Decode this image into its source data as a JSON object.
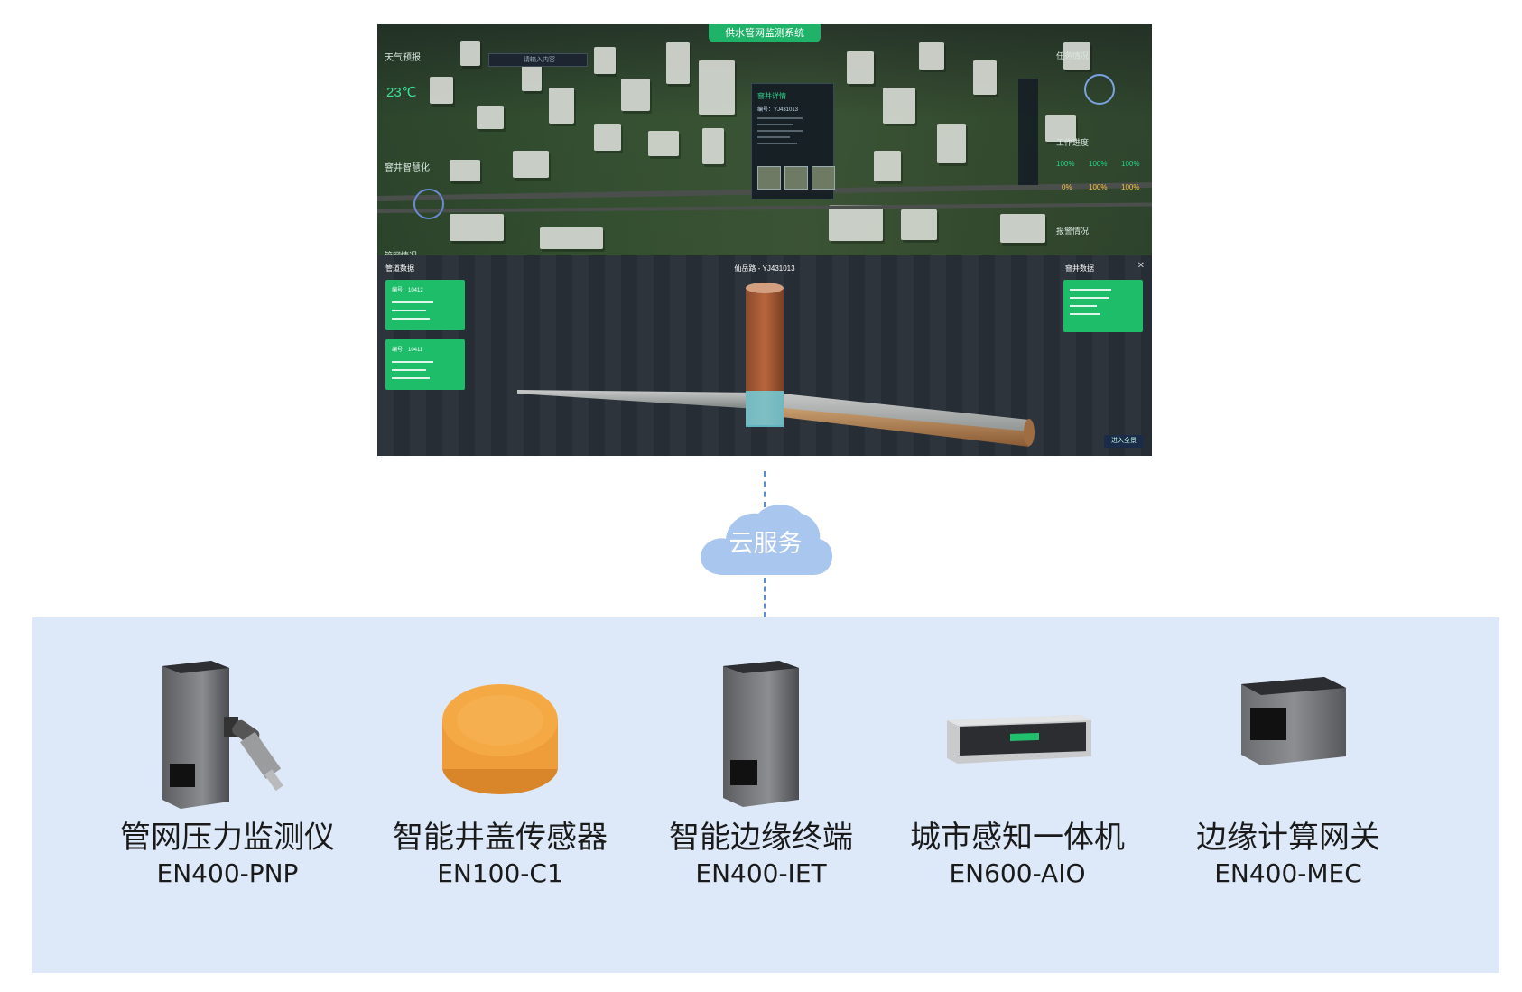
{
  "screenshot": {
    "app_title": "供水管网监测系统",
    "left_panel": {
      "weather_title": "天气预报",
      "temperature": "23℃",
      "manhole_title": "窨井智慧化",
      "pipe_title": "管网情况"
    },
    "search_placeholder": "请输入内容",
    "detail_popup": {
      "title": "窨井详情",
      "id_line": "编号：YJ431013"
    },
    "right_panel": {
      "task_title": "任务情况",
      "progress_title": "工作进度",
      "stats_row1": [
        "100%",
        "100%",
        "100%"
      ],
      "stats_row2": [
        "0%",
        "100%",
        "100%"
      ],
      "alarm_title": "报警情况"
    },
    "lower_view": {
      "left_title": "管道数据",
      "center_title": "仙岳路 - YJ431013",
      "right_title": "窨井数据",
      "close_label": "✕",
      "enter_label": "进入全景",
      "card1_id": "编号：10412",
      "card2_id": "编号：10411"
    }
  },
  "cloud": {
    "label": "云服务"
  },
  "devices": [
    {
      "name": "管网压力监测仪",
      "model": "EN400-PNP",
      "icon": "pressure-monitor-icon"
    },
    {
      "name": "智能井盖传感器",
      "model": "EN100-C1",
      "icon": "manhole-sensor-icon"
    },
    {
      "name": "智能边缘终端",
      "model": "EN400-IET",
      "icon": "edge-terminal-icon"
    },
    {
      "name": "城市感知一体机",
      "model": "EN600-AIO",
      "icon": "rack-server-icon"
    },
    {
      "name": "边缘计算网关",
      "model": "EN400-MEC",
      "icon": "edge-gateway-icon"
    }
  ],
  "colors": {
    "band_bg": "#dde9f8",
    "cloud": "#a9c6ee",
    "connector": "#5a8fd6",
    "accent_green": "#1dbd6a",
    "sensor_orange": "#f0a23a"
  }
}
